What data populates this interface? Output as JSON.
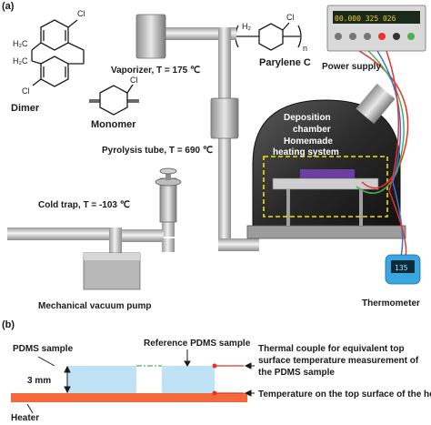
{
  "panel_a": {
    "panel_label": "(a)",
    "dimer": {
      "label": "Dimer",
      "cl_top": "Cl",
      "cl_bottom": "Cl",
      "h2c_1": "H₂C",
      "h2c_2": "H₂C"
    },
    "monomer": {
      "label": "Monomer",
      "cl": "Cl"
    },
    "parylene": {
      "label": "Parylene C",
      "h2": "H₂",
      "cl": "Cl",
      "n": "n"
    },
    "vaporizer": "Vaporizer, T = 175 ℃",
    "pyrolysis": "Pyrolysis tube, T = 690 ℃",
    "cold_trap": "Cold trap, T = -103 ℃",
    "vacuum_pump": "Mechanical vacuum pump",
    "deposition_chamber": [
      "Deposition",
      "chamber"
    ],
    "heating_system": [
      "Homemade",
      "heating system"
    ],
    "power_supply": "Power supply",
    "power_display": "00.000  325  026",
    "thermometer": "Thermometer",
    "thermometer_display": "135"
  },
  "panel_b": {
    "panel_label": "(b)",
    "pdms_sample": "PDMS sample",
    "reference_sample": "Reference PDMS sample",
    "thickness": "3 mm",
    "heater": "Heater",
    "thermocouple": [
      "Thermal couple for equivalent top",
      "surface temperature measurement of",
      "the PDMS sample"
    ],
    "top_surface": "Temperature on the top surface of the heater"
  },
  "colors": {
    "heater": "#f26a3c",
    "pdms": "#bfe3f5",
    "pipe": "#d9d9d9",
    "chamber": "#3a3a3a",
    "dashed_box": "#f4e100",
    "wire_red": "#e8322b",
    "wire_green": "#4caf50",
    "wire_blue": "#3a6fd8"
  }
}
